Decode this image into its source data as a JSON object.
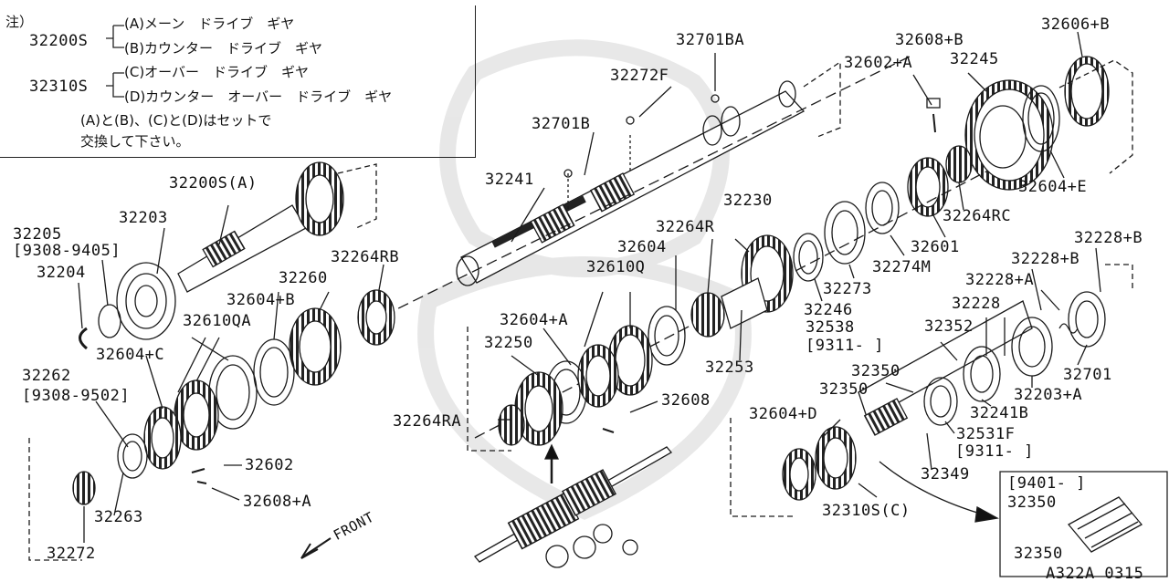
{
  "note": {
    "prefix": "注）",
    "group1_part": "32200S",
    "group1_a": "(A)メーン　ドライブ　ギヤ",
    "group1_b": "(B)カウンター　ドライブ　ギヤ",
    "group2_part": "32310S",
    "group2_c": "(C)オーバー　ドライブ　ギヤ",
    "group2_d": "(D)カウンター　オーバー　ドライブ　ギヤ",
    "remark_line1": "(A)と(B)、(C)と(D)はセットで",
    "remark_line2": "交換して下さい。"
  },
  "parts": {
    "p32701BA": "32701BA",
    "p32272F": "32272F",
    "p32701B": "32701B",
    "p32241": "32241",
    "p32608B": "32608+B",
    "p32602A": "32602+A",
    "p32245": "32245",
    "p32606B": "32606+B",
    "p32604E": "32604+E",
    "p32264RC": "32264RC",
    "p32601": "32601",
    "p32274M": "32274M",
    "p32230": "32230",
    "p32264R": "32264R",
    "p32604": "32604",
    "p32610Q": "32610Q",
    "p32273": "32273",
    "p32246": "32246",
    "p32538": "32538",
    "p32538_range": "[9311-    ]",
    "p32228B_1": "32228+B",
    "p32228B_2": "32228+B",
    "p32228A": "32228+A",
    "p32228": "32228",
    "p32352": "32352",
    "p32701": "32701",
    "p32203A": "32203+A",
    "p32241B": "32241B",
    "p32350_1": "32350",
    "p32350_2": "32350",
    "p32531F": "32531F",
    "p32531F_range": "[9311-     ]",
    "p32349": "32349",
    "p32604D": "32604+D",
    "p32310SC": "32310S(C)",
    "p32253": "32253",
    "p32604A": "32604+A",
    "p32250": "32250",
    "p32608": "32608",
    "p32264RA": "32264RA",
    "p32200SA": "32200S(A)",
    "p32203": "32203",
    "p32205": "32205",
    "p32205_range": "[9308-9405]",
    "p32204": "32204",
    "p32264RB": "32264RB",
    "p32260": "32260",
    "p32604B": "32604+B",
    "p32610QA": "32610QA",
    "p32604C": "32604+C",
    "p32262": "32262",
    "p32262_range": "[9308-9502]",
    "p32602": "32602",
    "p32608A": "32608+A",
    "p32263": "32263",
    "p32272": "32272",
    "front": "FRONT"
  },
  "inset": {
    "range": "[9401-     ]",
    "part1": "32350",
    "part2": "32350"
  },
  "diagram_code": "A322A 0315"
}
